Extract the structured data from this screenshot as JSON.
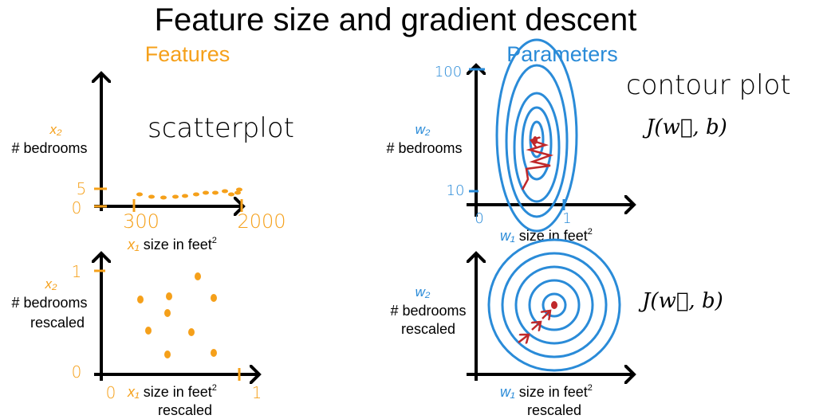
{
  "title": "Feature size and gradient descent",
  "features": {
    "heading": "Features",
    "scatter_label": "scatterplot",
    "top": {
      "y_var": "x₂",
      "y_label": "# bedrooms",
      "y_ticks": [
        "5",
        "0"
      ],
      "x_ticks": [
        "300",
        "2000"
      ],
      "x_var": "x₁",
      "x_label": "size in feet",
      "x_sup": "2"
    },
    "bottom": {
      "y_var": "x₂",
      "y_label": "# bedrooms",
      "y_label2": "rescaled",
      "y_ticks": [
        "1",
        "0"
      ],
      "x_ticks": [
        "0",
        "1"
      ],
      "x_var": "x₁",
      "x_label": "size in feet",
      "x_sup": "2",
      "x_label2": "rescaled"
    }
  },
  "parameters": {
    "heading": "Parameters",
    "contour_label": "contour plot",
    "cost_label": "J(w⃗, b)",
    "top": {
      "y_var": "w₂",
      "y_label": "# bedrooms",
      "y_ticks": [
        "100",
        "10"
      ],
      "x_ticks": [
        "0",
        "1"
      ],
      "x_var": "w₁",
      "x_label": "size in feet",
      "x_sup": "2"
    },
    "bottom": {
      "y_var": "w₂",
      "y_label": "# bedrooms",
      "y_label2": "rescaled",
      "x_var": "w₁",
      "x_label": "size in feet",
      "x_sup": "2",
      "x_label2": "rescaled"
    }
  },
  "colors": {
    "features": "#f5a01a",
    "parameters": "#2a8bd8",
    "path": "#c0282a"
  }
}
